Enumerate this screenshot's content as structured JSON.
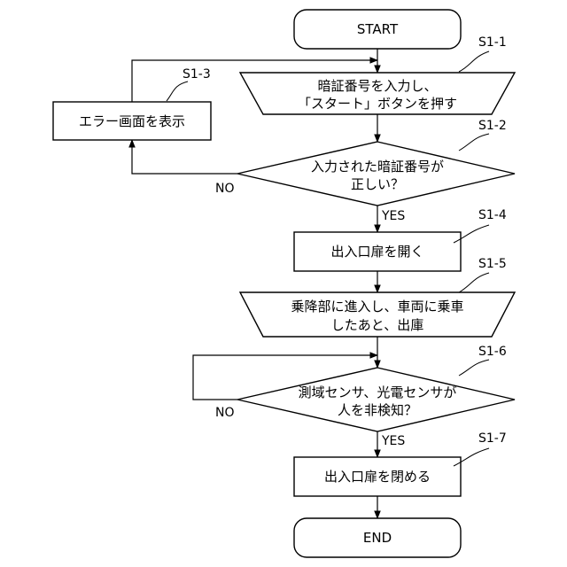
{
  "nodes": {
    "start": "START",
    "s1_1": {
      "ref": "S1-1",
      "line1": "暗証番号を入力し、",
      "line2": "「スタート」ボタンを押す"
    },
    "s1_2": {
      "ref": "S1-2",
      "line1": "入力された暗証番号が",
      "line2": "正しい？"
    },
    "s1_3": {
      "ref": "S1-3",
      "text": "エラー画面を表示"
    },
    "s1_4": {
      "ref": "S1-4",
      "text": "出入口扉を開く"
    },
    "s1_5": {
      "ref": "S1-5",
      "line1": "乗降部に進入し、車両に乗車",
      "line2": "したあと、出庫"
    },
    "s1_6": {
      "ref": "S1-6",
      "line1": "測域センサ、光電センサが",
      "line2": "人を非検知？"
    },
    "s1_7": {
      "ref": "S1-7",
      "text": "出入口扉を閉める"
    },
    "end": "END"
  },
  "branches": {
    "s1_2_no": "NO",
    "s1_2_yes": "YES",
    "s1_6_no": "NO",
    "s1_6_yes": "YES"
  }
}
